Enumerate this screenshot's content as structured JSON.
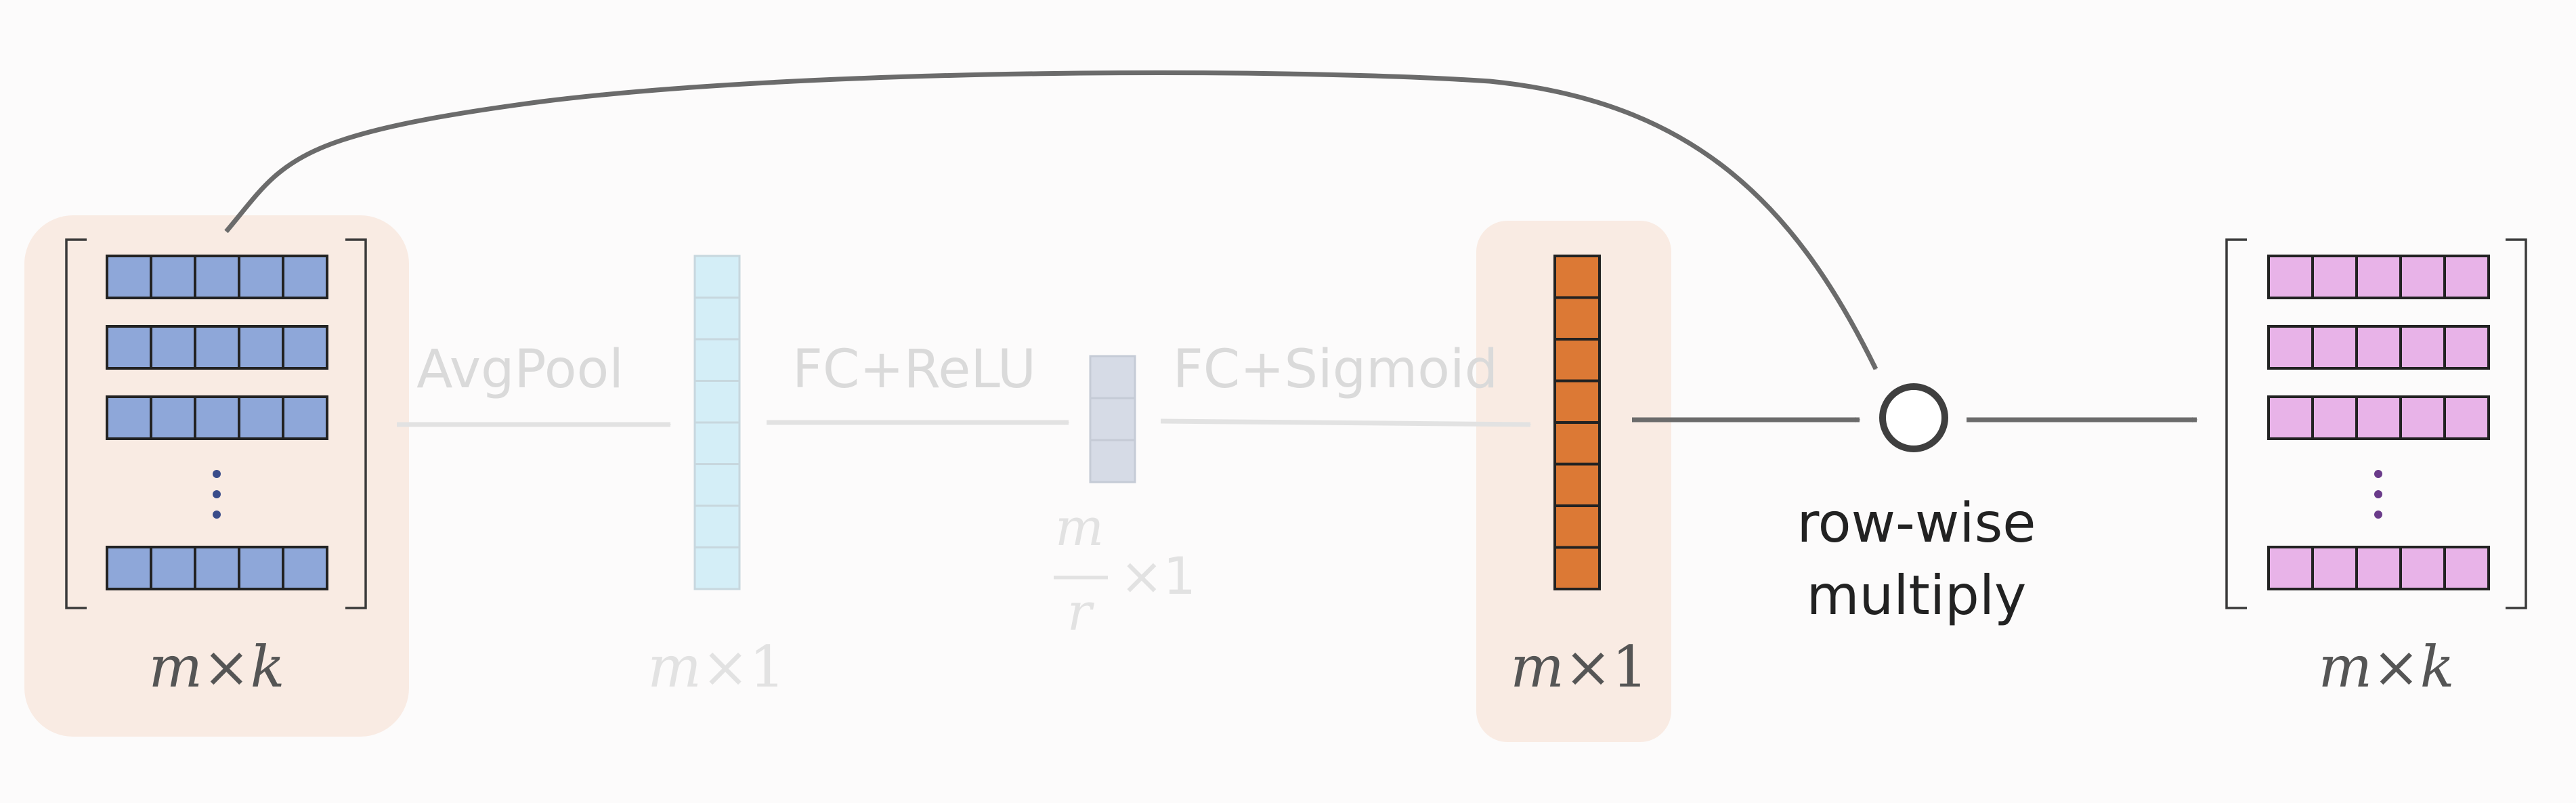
{
  "input": {
    "dim_m": "m",
    "dim_times": "×",
    "dim_k": "k"
  },
  "avgpool": {
    "op_label": "AvgPool",
    "dim_m": "m",
    "dim_rest": "×1"
  },
  "fc_relu": {
    "op_label": "FC+ReLU",
    "dim_num": "m",
    "dim_den": "r",
    "dim_rest": "×1"
  },
  "fc_sigmoid": {
    "op_label": "FC+Sigmoid",
    "dim_m": "m",
    "dim_rest": "×1"
  },
  "multiply": {
    "label_line1": "row-wise",
    "label_line2": "multiply"
  },
  "output": {
    "dim_m": "m",
    "dim_times": "×",
    "dim_k": "k"
  },
  "colors": {
    "highlight_bg": "#f9ebe3",
    "input_cell": "#8ea7d9",
    "avgpool_cell": "#d4eef7",
    "relu_cell": "#d6dbe6",
    "sigmoid_cell": "#dc7935",
    "output_cell": "#e8b3e8",
    "arrow_active": "#6b6b6b",
    "faded": "#e0e0e0",
    "dots_input": "#3a4c8a",
    "dots_output": "#6a3b8a"
  }
}
